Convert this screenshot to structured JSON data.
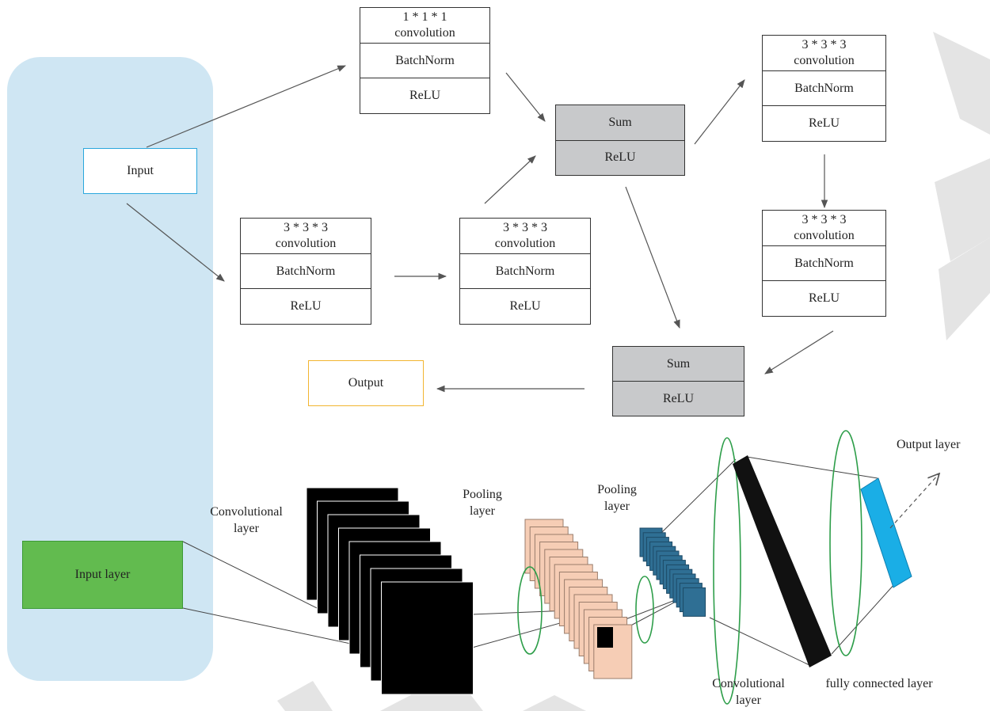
{
  "residual_block": {
    "input": "Input",
    "output": "Output",
    "branch_top": [
      "1 * 1 * 1",
      "convolution",
      "BatchNorm",
      "ReLU"
    ],
    "branch_mid_a": [
      "3 * 3 * 3",
      "convolution",
      "BatchNorm",
      "ReLU"
    ],
    "branch_mid_b": [
      "3 * 3 * 3",
      "convolution",
      "BatchNorm",
      "ReLU"
    ],
    "sum_1": [
      "Sum",
      "ReLU"
    ],
    "right_a": [
      "3 * 3 * 3",
      "convolution",
      "BatchNorm",
      "ReLU"
    ],
    "right_b": [
      "3 * 3 * 3",
      "convolution",
      "BatchNorm",
      "ReLU"
    ],
    "sum_2": [
      "Sum",
      "ReLU"
    ]
  },
  "cnn": {
    "input_layer": "Input layer",
    "conv_layer_1": [
      "Convolutional",
      "layer"
    ],
    "pooling_1": [
      "Pooling",
      "layer"
    ],
    "pooling_2": [
      "Pooling",
      "layer"
    ],
    "conv_layer_2": [
      "Convolutional",
      "layer"
    ],
    "fully_connected": "fully connected layer",
    "output_layer": "Output layer"
  },
  "colors": {
    "panel": "#cfe6f3",
    "input_border": "#2aa7dd",
    "output_border": "#f2b530",
    "input_layer": "#62bb4f",
    "sum_fill": "#c8c9cb",
    "pool_1": "#f6cdb5",
    "pool_2": "#2f6f94",
    "fc_output": "#1aaee6",
    "ellipse": "#2e9e4a"
  }
}
